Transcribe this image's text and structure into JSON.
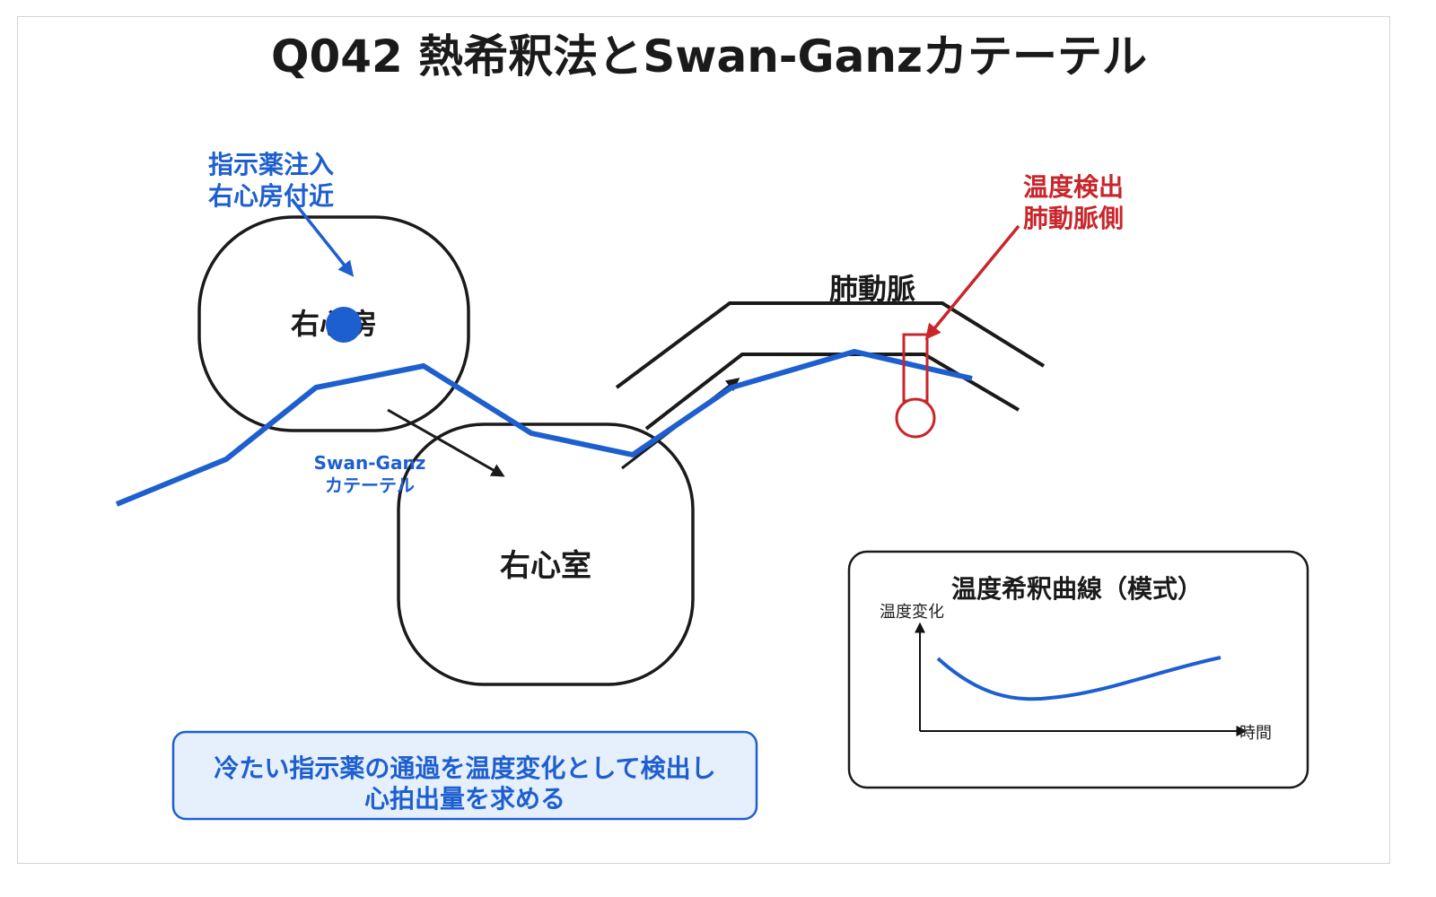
{
  "title": "Q042 熱希釈法とSwan-Ganzカテーテル",
  "injection": {
    "line1": "指示薬注入",
    "line2": "右心房付近"
  },
  "right_atrium": "右心房",
  "right_ventricle": "右心室",
  "pulmonary_artery": "肺動脈",
  "detection": {
    "line1": "温度検出",
    "line2": "肺動脈側"
  },
  "catheter": {
    "line1": "Swan-Ganz",
    "line2": "カテーテル"
  },
  "note": {
    "line1": "冷たい指示薬の通過を温度変化として検出し",
    "line2": "心拍出量を求める"
  },
  "curve_panel": {
    "title": "温度希釈曲線（模式）",
    "y_label": "温度変化",
    "x_label": "時間"
  },
  "colors": {
    "blue": "#1e5fcf",
    "red": "#c8262b",
    "dark": "#1a1a1a",
    "note_bg": "#e6f0fc"
  }
}
